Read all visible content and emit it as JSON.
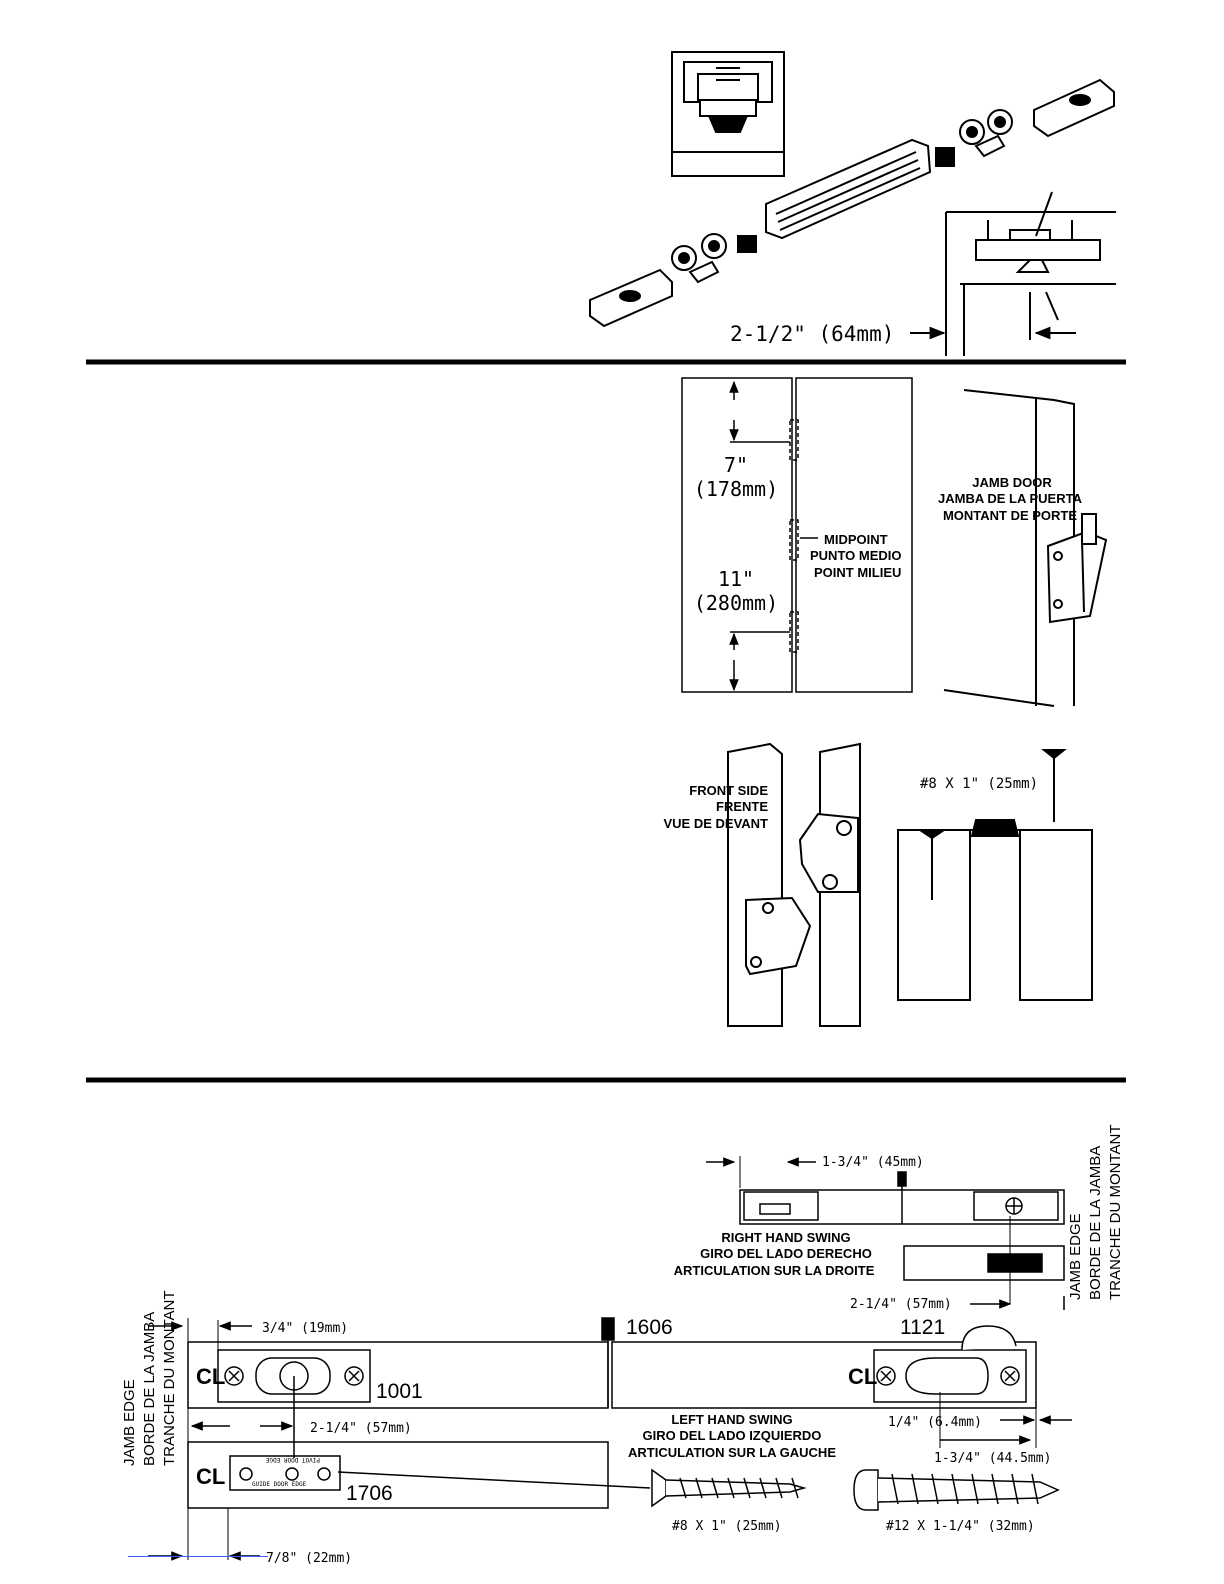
{
  "section1": {
    "dim_track_offset": "2-1/2\"  (64mm)"
  },
  "section2": {
    "top_hinge_dim": "7\"",
    "top_hinge_dim_mm": "(178mm)",
    "bottom_hinge_dim": "11\"",
    "bottom_hinge_dim_mm": "(280mm)",
    "midpoint_label": [
      "MIDPOINT",
      "PUNTO MEDIO",
      "POINT MILIEU"
    ],
    "jamb_door_label": [
      "JAMB DOOR",
      "JAMBA DE LA PUERTA",
      "MONTANT DE PORTE"
    ],
    "front_side_label": [
      "FRONT SIDE",
      "FRENTE",
      "VUE DE DEVANT"
    ],
    "screw_label": "#8 X 1\" (25mm)"
  },
  "section3": {
    "rh_dim_top": "1-3/4\" (45mm)",
    "rh_swing_label": [
      "RIGHT HAND SWING",
      "GIRO DEL LADO DERECHO",
      "ARTICULATION SUR LA DROITE"
    ],
    "rh_dim_bottom": "2-1/4\" (57mm)",
    "jamb_edge_right": [
      "JAMB EDGE",
      "BORDE DE LA JAMBA",
      "TRANCHE DU MONTANT"
    ],
    "jamb_edge_left": [
      "JAMB EDGE",
      "BORDE DE LA JAMBA",
      "TRANCHE DU MONTANT"
    ],
    "dim_3_4": "3/4\"  (19mm)",
    "dim_2_1_4": "2-1/4\"  (57mm)",
    "dim_7_8": "7/8\"  (22mm)",
    "dim_1_4": "1/4\"  (6.4mm)",
    "dim_1_3_4": "1-3/4\"  (44.5mm)",
    "part_1606": "1606",
    "part_1121": "1121",
    "part_1001": "1001",
    "part_1706": "1706",
    "centerline": "CL",
    "lh_swing_label": [
      "LEFT HAND SWING",
      "GIRO DEL LADO IZQUIERDO",
      "ARTICULATION SUR LA GAUCHE"
    ],
    "screw_8": "#8  X  1\"  (25mm)",
    "screw_12": "#12  X  1-1/4\"  (32mm)",
    "plate_1706_top": "PIVOT DOOR EDGE",
    "plate_1706_bottom": "GUIDE DOOR EDGE"
  }
}
